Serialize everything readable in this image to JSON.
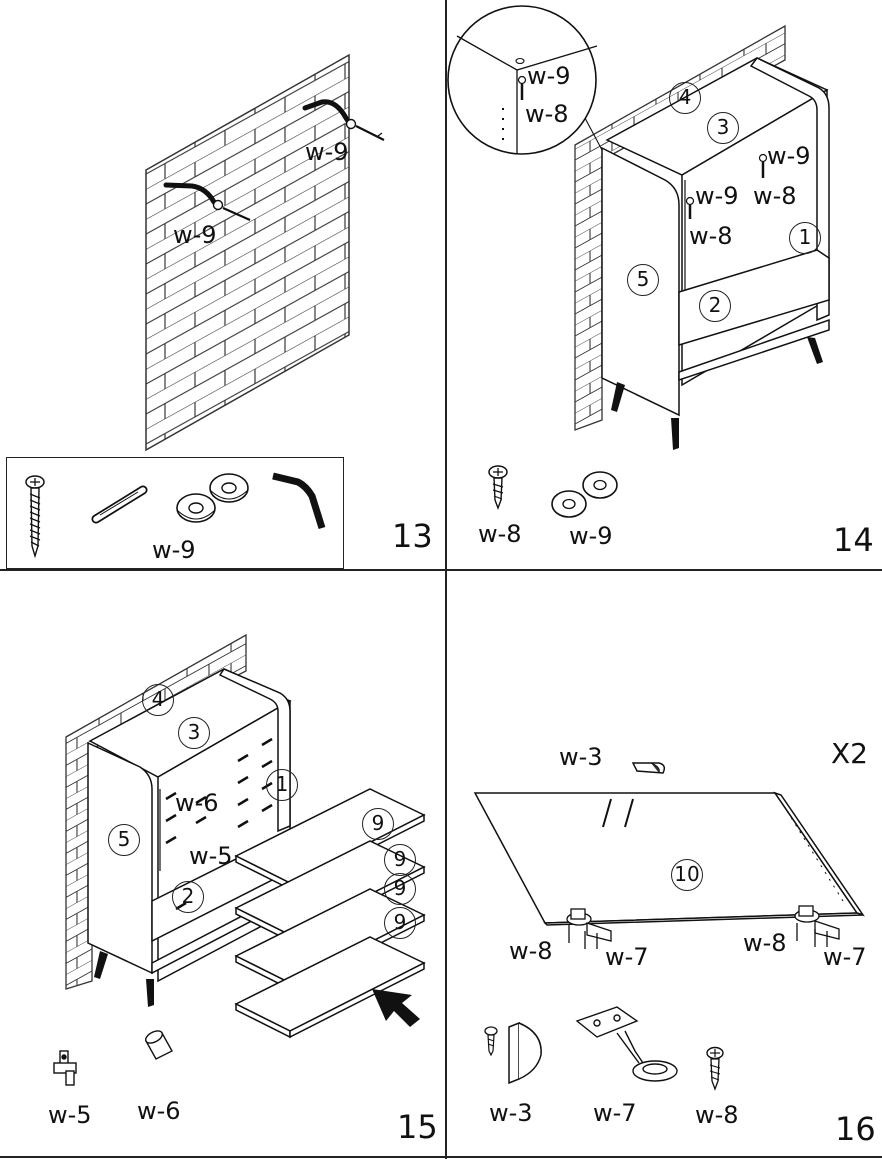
{
  "steps": {
    "s13": "13",
    "s14": "14",
    "s15": "15",
    "s16": "16"
  },
  "step13": {
    "callout_upper": "w-9",
    "callout_lower": "w-9",
    "part_label": "w-9"
  },
  "step14": {
    "zoom_w9": "w-9",
    "zoom_w8": "w-8",
    "panel_4": "4",
    "panel_3": "3",
    "panel_5": "5",
    "panel_2": "2",
    "panel_1": "1",
    "right_w9": "w-9",
    "right_w8": "w-8",
    "mid_w9": "w-9",
    "mid_w8": "w-8",
    "part_w8": "w-8",
    "part_w9": "w-9"
  },
  "step15": {
    "panel_4": "4",
    "panel_3": "3",
    "panel_5": "5",
    "panel_2": "2",
    "panel_1": "1",
    "callout_w6": "w-6",
    "callout_w5": "w-5",
    "drawer_labels": [
      "9",
      "9",
      "9",
      "9"
    ],
    "part_w5": "w-5",
    "part_w6": "w-6"
  },
  "step16": {
    "multiplier": "X2",
    "callout_w3": "w-3",
    "door_panel": "10",
    "left_w8": "w-8",
    "left_w7": "w-7",
    "right_w8": "w-8",
    "right_w7": "w-7",
    "part_w3": "w-3",
    "part_w7": "w-7",
    "part_w8": "w-8"
  }
}
